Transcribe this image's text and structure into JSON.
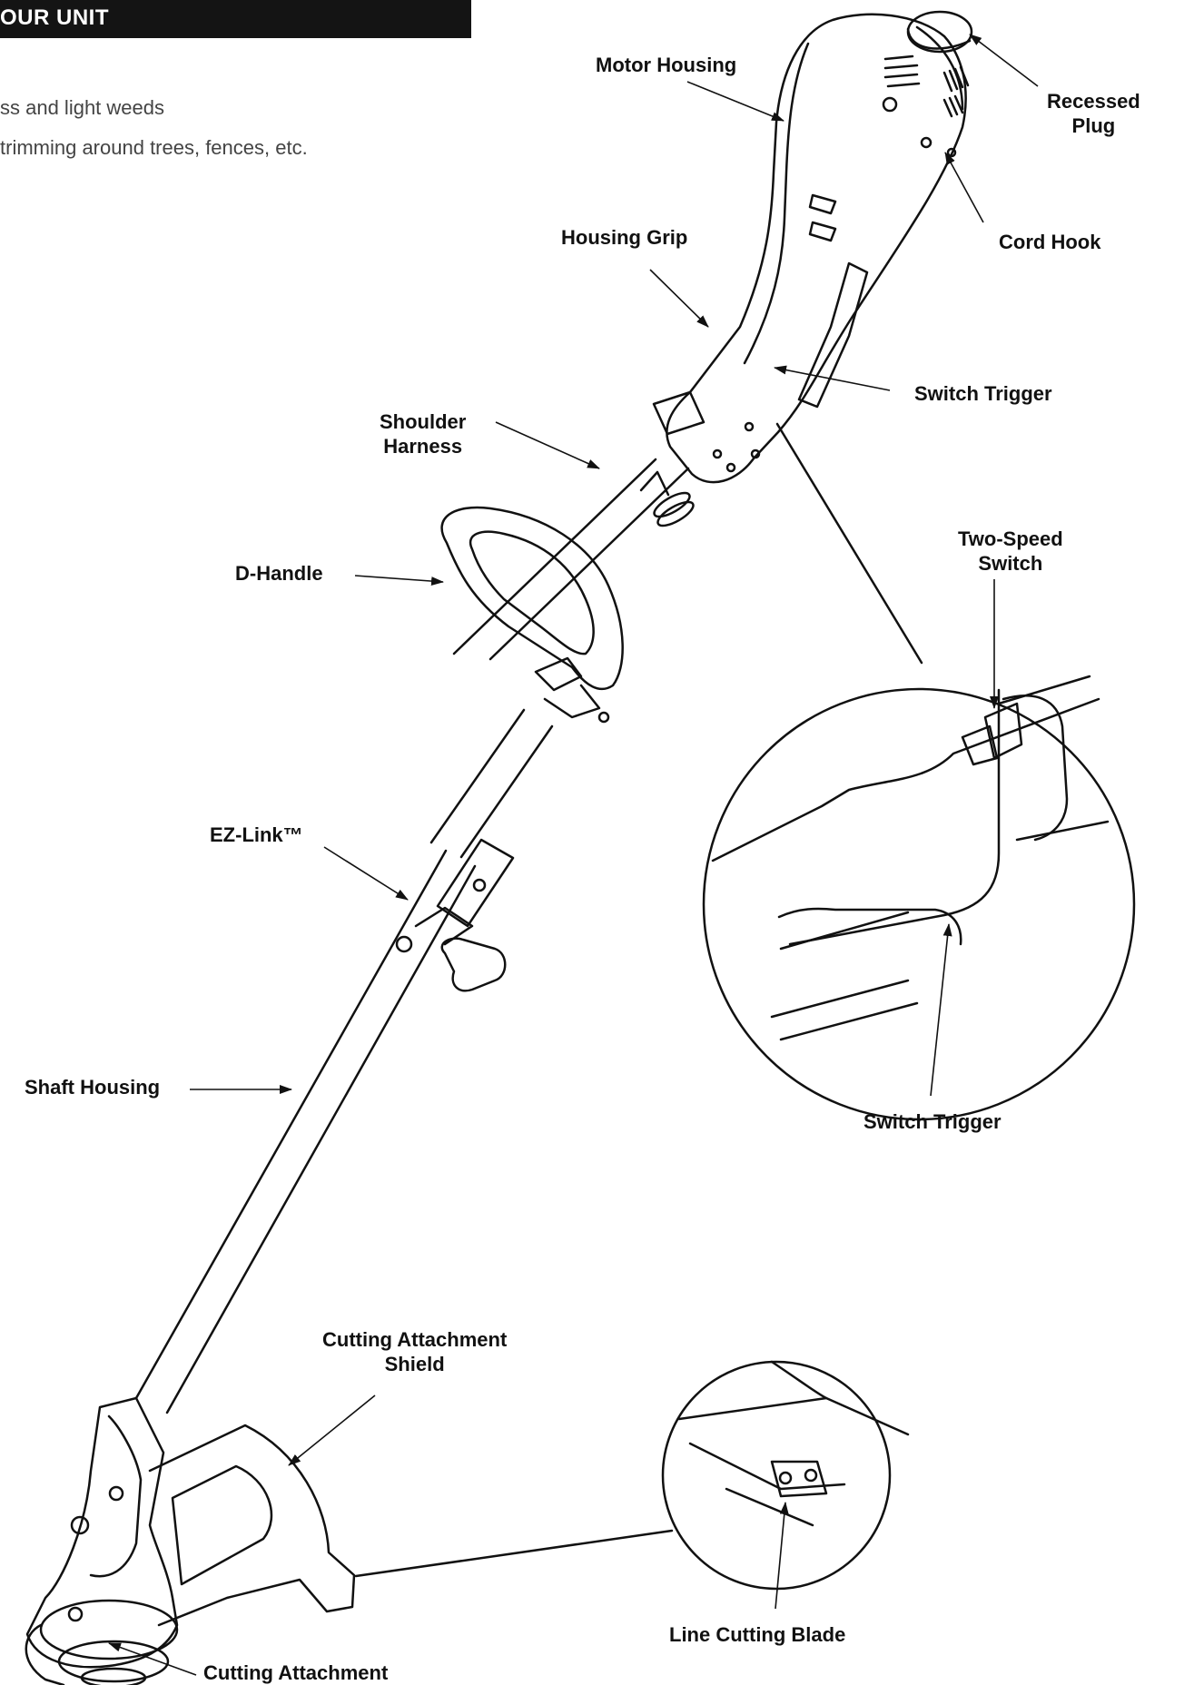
{
  "header": {
    "title": "OUR UNIT"
  },
  "intro": {
    "line1": "ss and light weeds",
    "line2": "trimming around trees, fences, etc."
  },
  "labels": {
    "motor_housing": "Motor Housing",
    "recessed_plug": [
      "Recessed",
      "Plug"
    ],
    "cord_hook": "Cord Hook",
    "housing_grip": "Housing Grip",
    "switch_trigger": "Switch Trigger",
    "shoulder_harness": [
      "Shoulder",
      "Harness"
    ],
    "d_handle": "D-Handle",
    "two_speed_switch": [
      "Two-Speed",
      "Switch"
    ],
    "ez_link": "EZ-Link™",
    "switch_trigger_detail": "Switch Trigger",
    "shaft_housing": "Shaft Housing",
    "cutting_attachment_shield": [
      "Cutting Attachment",
      "Shield"
    ],
    "line_cutting_blade": "Line Cutting Blade",
    "cutting_attachment": "Cutting Attachment"
  }
}
